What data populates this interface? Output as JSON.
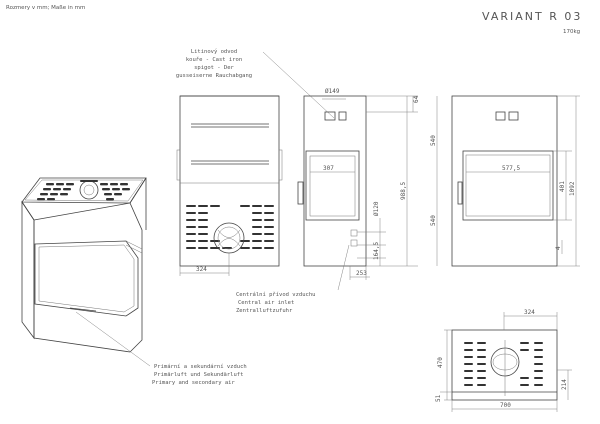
{
  "header": {
    "dimensions_note": "Rozmery v mm; Maße in mm",
    "model": "VARIANT R 03",
    "weight": "170kg"
  },
  "callouts": {
    "spigot": [
      "Litinový odvod",
      "kouře - Cast iron",
      "spigot - Der",
      "gusseiserne Rauchabgang"
    ],
    "central_air": [
      "Centrální přívod vzduchu",
      "Central air inlet",
      "Zentralluftzufuhr"
    ],
    "primary_secondary": [
      "Primární a sekundární vzduch",
      "Primärluft und Sekundärluft",
      "Primary and secondary air"
    ]
  },
  "dimensions": {
    "back_flue_diameter": "Ø149",
    "back_top_offset": "64",
    "back_width": "324",
    "side_door_width": "307",
    "side_upper_height": "540",
    "side_lower_height": "540",
    "side_total_height": "988,5",
    "side_air_diameter": "Ø120",
    "side_air_height": "164,5",
    "side_depth_offset": "253",
    "front_glass_width": "577,5",
    "front_glass_height": "401",
    "front_total_height": "1092",
    "front_bottom_gap": "4",
    "plan_depth_offset": "324",
    "plan_depth": "470",
    "plan_front_depth": "214",
    "plan_bottom_offset": "51",
    "plan_width": "700"
  }
}
